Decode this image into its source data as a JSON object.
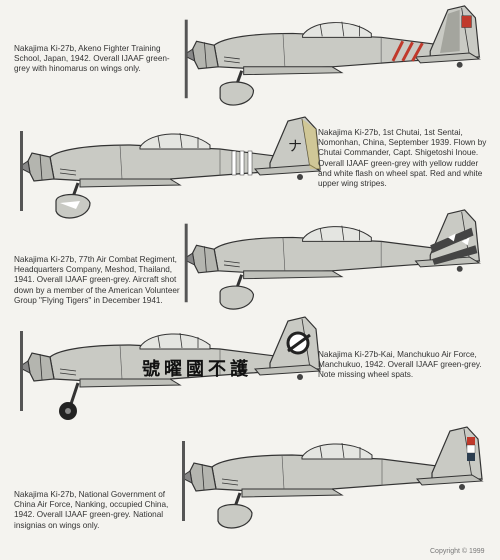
{
  "profiles": [
    {
      "caption": "Nakajima Ki-27b, Akeno Fighter Training\nSchool, Japan, 1942.  Overall IJAAF green-\ngrey with hinomarus on wings only."
    },
    {
      "caption": "Nakajima Ki-27b, 1st Chutai, 1st Sentai,\nNomonhan, China, September 1939.  Flown by\nChutai Commander, Capt. Shigetoshi Inoue.\nOverall IJAAF green-grey with yellow rudder\nand white flash on wheel spat.  Red and white\nupper wing stripes.",
      "tail_marking": "ナ"
    },
    {
      "caption": "Nakajima Ki-27b, 77th Air Combat Regiment,\nHeadquarters Company, Meshod, Thailand,\n1941.  Overall IJAAF green-grey.  Aircraft shot\ndown by a member of the American Volunteer\nGroup \"Flying Tigers\" in December 1941."
    },
    {
      "caption": "Nakajima Ki-27b-Kai, Manchukuo Air Force,\nManchukuo, 1942.  Overall IJAAF green-grey.\nNote missing wheel spats.",
      "fuselage_text": "號曜國不護"
    },
    {
      "caption": "Nakajima Ki-27b, National Government of\nChina Air Force, Nanking, occupied China,\n1942.  Overall IJAAF green-grey.  National\ninsignias on wings only."
    }
  ],
  "copyright": "Copyright © 1999"
}
